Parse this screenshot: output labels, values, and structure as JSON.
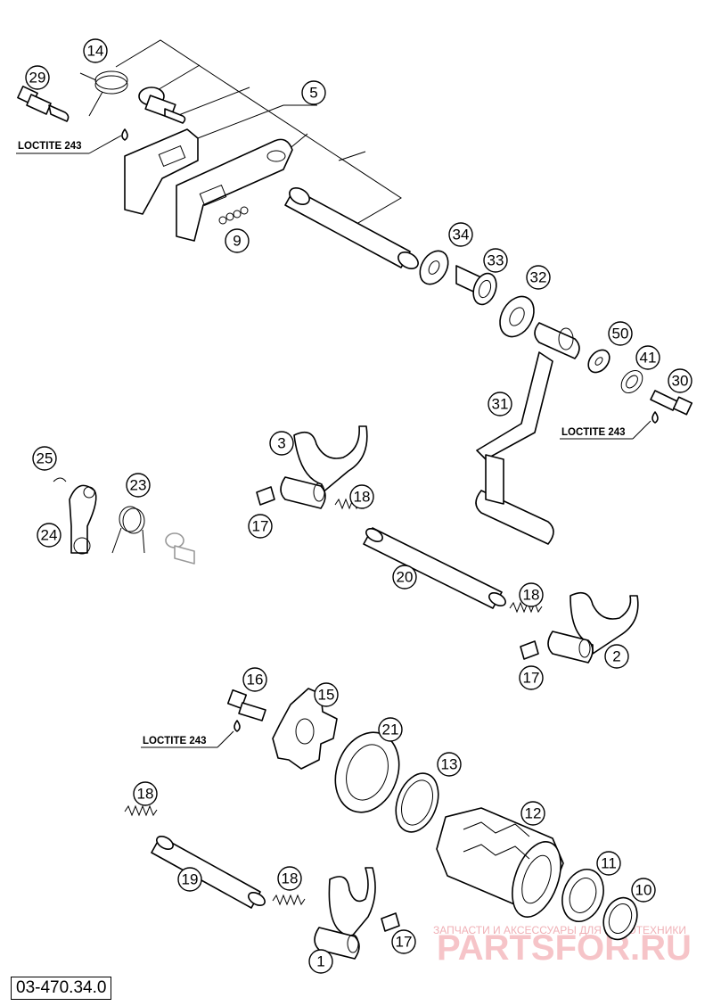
{
  "diagram": {
    "reference_number": "03-470.34.0",
    "adhesive_label": "LOCTITE 243",
    "watermark": {
      "line1": "ЗАПЧАСТИ И АКСЕССУАРЫ ДЛЯ МОТОТЕХНИКИ",
      "line2": "PARTSFOR.RU"
    },
    "callouts": [
      "1",
      "2",
      "3",
      "5",
      "9",
      "10",
      "11",
      "12",
      "13",
      "14",
      "15",
      "16",
      "17",
      "18",
      "19",
      "20",
      "21",
      "23",
      "24",
      "25",
      "29",
      "30",
      "31",
      "32",
      "33",
      "34",
      "41",
      "50"
    ]
  }
}
